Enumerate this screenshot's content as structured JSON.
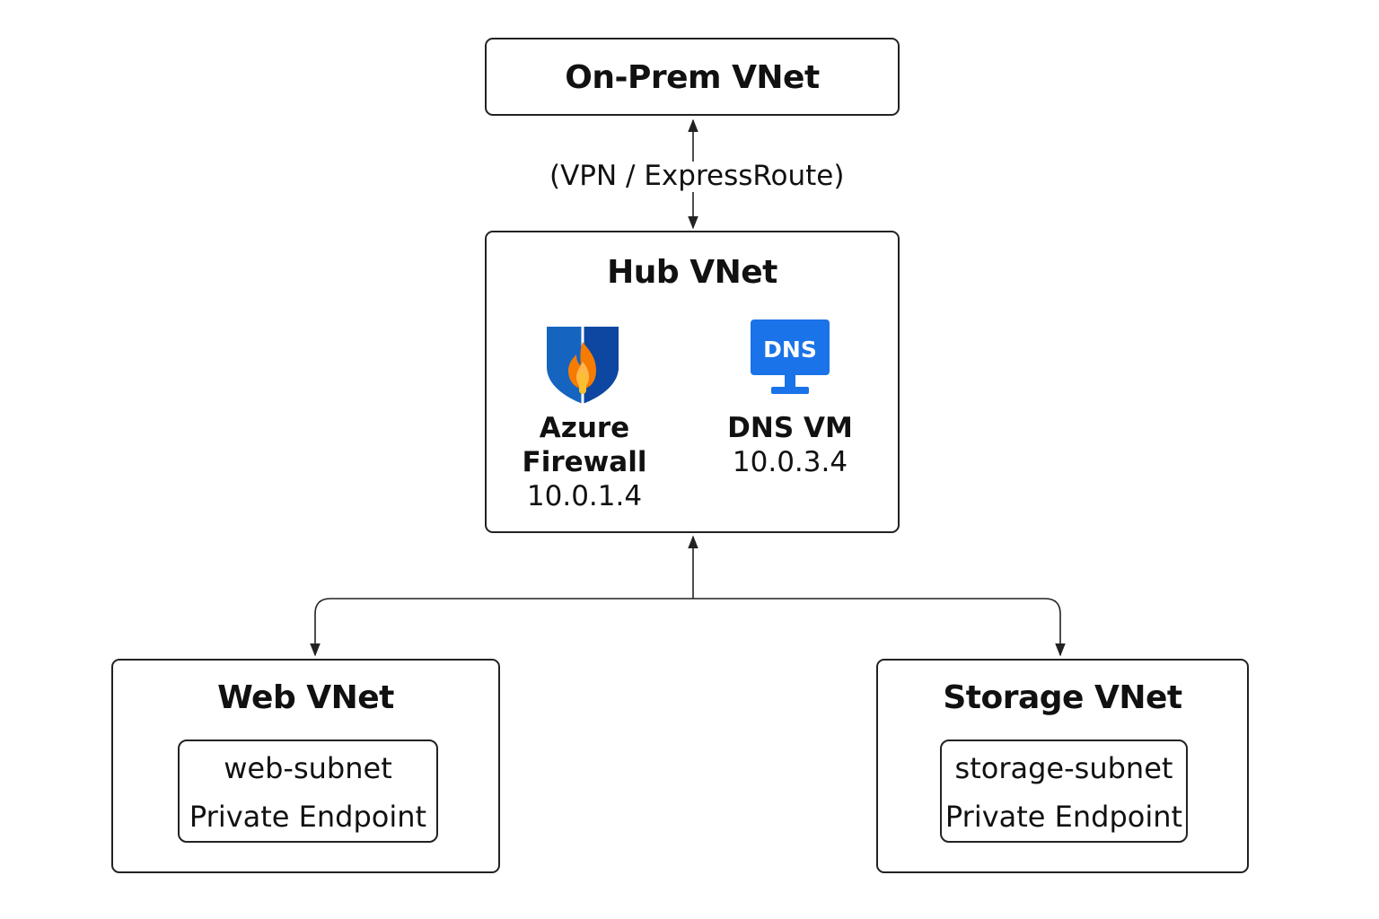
{
  "onprem": {
    "title": "On-Prem VNet"
  },
  "link": {
    "label": "(VPN / ExpressRoute)"
  },
  "hub": {
    "title": "Hub VNet",
    "firewall": {
      "name_line1": "Azure",
      "name_line2": "Firewall",
      "ip": "10.0.1.4"
    },
    "dns": {
      "icon_text": "DNS",
      "name": "DNS VM",
      "ip": "10.0.3.4"
    }
  },
  "web": {
    "title": "Web VNet",
    "subnet": {
      "name": "web-subnet",
      "endpoint": "Private Endpoint"
    }
  },
  "storage": {
    "title": "Storage VNet",
    "subnet": {
      "name": "storage-subnet",
      "endpoint": "Private Endpoint"
    }
  },
  "icons": {
    "firewall": "firewall-shield-icon",
    "dns": "dns-monitor-icon"
  },
  "colors": {
    "firewall_blue": "#1565c0",
    "firewall_flame": "#f57c00",
    "dns_blue": "#1a73e8",
    "border": "#222222"
  }
}
